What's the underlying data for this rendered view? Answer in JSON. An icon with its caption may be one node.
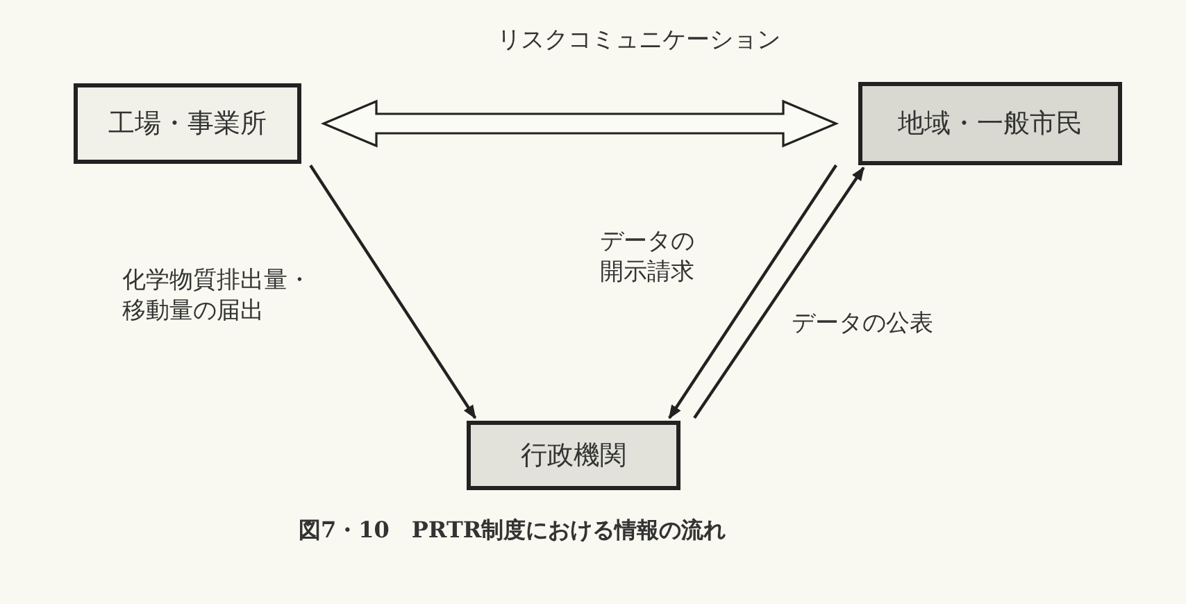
{
  "diagram": {
    "caption": "図7・10　PRTR制度における情報の流れ",
    "nodes": [
      {
        "text": [
          "工場・事業所"
        ]
      },
      {
        "text": [
          "地域・一般市民"
        ]
      },
      {
        "text": [
          "行政機関"
        ]
      }
    ],
    "edges": [
      {
        "from": 0,
        "to": 1,
        "arrow": "both",
        "label": "リスクコミュニケーション"
      },
      {
        "from": 0,
        "to": 2,
        "arrow": "to",
        "label": "化学物質排出量・移動量の届出"
      },
      {
        "from": 1,
        "to": 2,
        "arrow": "to",
        "label": "データの開示請求"
      },
      {
        "from": 2,
        "to": 1,
        "arrow": "to",
        "label": "データの公表"
      }
    ]
  }
}
